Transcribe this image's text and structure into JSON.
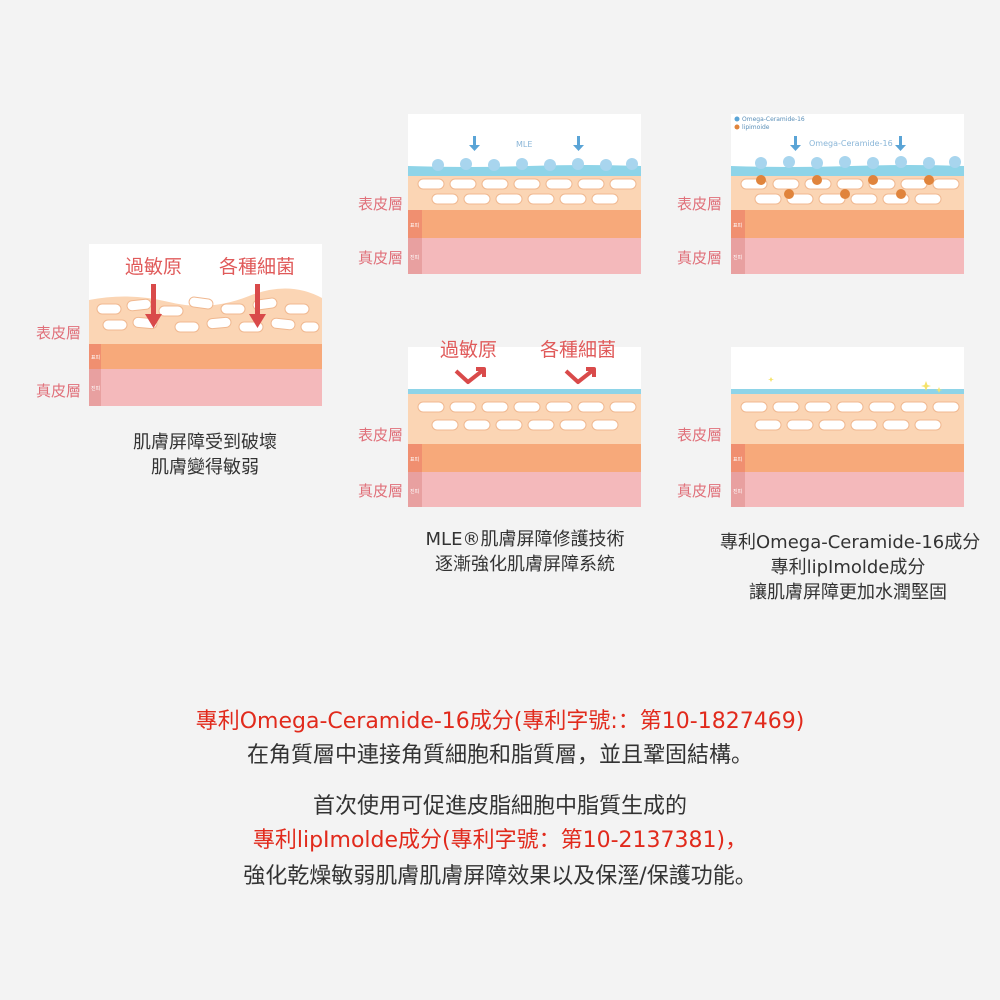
{
  "layers": {
    "epidermis": "表皮層",
    "dermis": "真皮層",
    "epi_tag": "표피",
    "der_tag": "진피"
  },
  "panel1": {
    "label_a": "過敏原",
    "label_b": "各種細菌",
    "caption_1": "肌膚屏障受到破壞",
    "caption_2": "肌膚變得敏弱"
  },
  "panel2": {
    "top_label": "MLE"
  },
  "panel3": {
    "legend_1": "Omega-Ceramide-16",
    "legend_2": "lipimoide",
    "top_label": "Omega-Ceramide-16"
  },
  "panel4": {
    "label_a": "過敏原",
    "label_b": "各種細菌",
    "caption_1": "MLE®肌膚屏障修護技術",
    "caption_2": "逐漸強化肌膚屏障系統"
  },
  "panel5": {
    "caption_1": "專利Omega-Ceramide-16成分",
    "caption_2": "專利lipImolde成分",
    "caption_3": "讓肌膚屏障更加水潤堅固"
  },
  "bottom": {
    "line1": "專利Omega-Ceramide-16成分(專利字號:：第10-1827469)",
    "line2": "在角質層中連接角質細胞和脂質層，並且鞏固結構。",
    "line3": "首次使用可促進皮脂細胞中脂質生成的",
    "line4": "專利lipImolde成分(專利字號：第10-2137381)，",
    "line5": "強化乾燥敏弱肌膚肌膚屏障效果以及保溼/保護功能。"
  },
  "colors": {
    "background": "#f3f3f3",
    "epidermis_orange": "#f7a97a",
    "dermis_pink": "#f4b9bb",
    "cell_fill": "#fbd5b4",
    "barrier_blue": "#8ed4e8",
    "arrow_red": "#d94a4a",
    "accent_red": "#e12a1c",
    "drop_blue": "#a8d5ee",
    "drop_orange": "#e0843c"
  }
}
